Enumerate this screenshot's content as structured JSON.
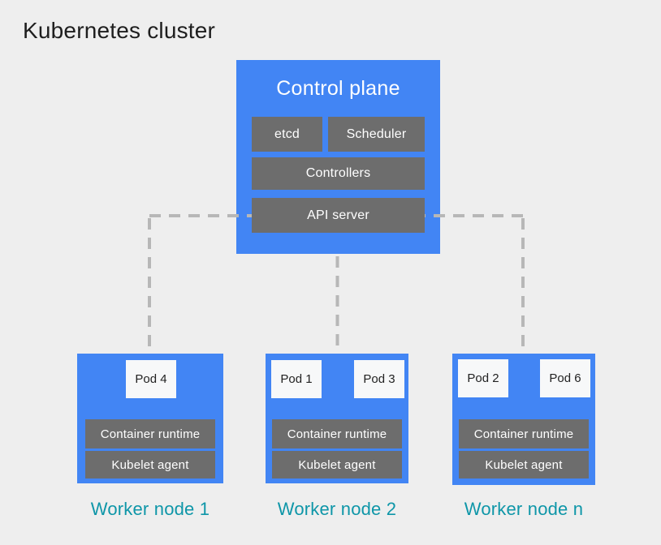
{
  "title": "Kubernetes cluster",
  "colors": {
    "background": "#eeeeee",
    "node_blue": "#4285f4",
    "component_gray": "#6d6d6d",
    "connector_gray": "#b7b7b7",
    "pod_white": "#f7f8f9",
    "worker_label_teal": "#0e96a8"
  },
  "control_plane": {
    "title": "Control plane",
    "etcd": "etcd",
    "scheduler": "Scheduler",
    "controllers": "Controllers",
    "api_server": "API server"
  },
  "workers": [
    {
      "name": "Worker node 1",
      "pods": [
        "Pod 4"
      ],
      "container_runtime": "Container runtime",
      "kubelet": "Kubelet agent"
    },
    {
      "name": "Worker node 2",
      "pods": [
        "Pod 1",
        "Pod 3"
      ],
      "container_runtime": "Container runtime",
      "kubelet": "Kubelet agent"
    },
    {
      "name": "Worker node n",
      "pods": [
        "Pod 2",
        "Pod 6"
      ],
      "container_runtime": "Container runtime",
      "kubelet": "Kubelet agent"
    }
  ]
}
